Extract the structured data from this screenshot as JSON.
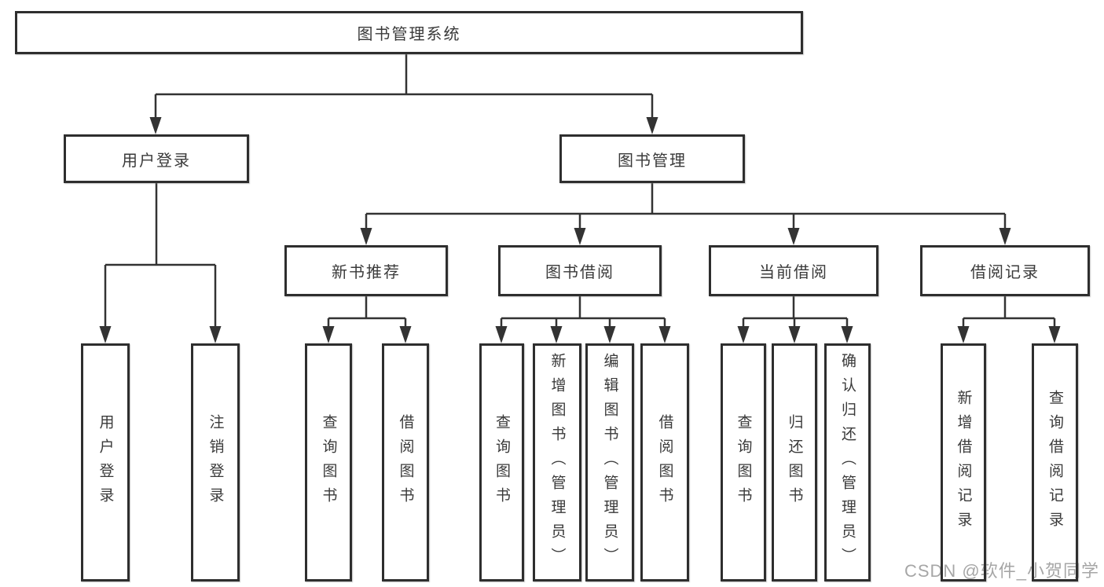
{
  "diagram": {
    "root": {
      "label": "图书管理系统"
    },
    "level2": {
      "user_login": {
        "label": "用户登录"
      },
      "book_management": {
        "label": "图书管理"
      }
    },
    "level3": {
      "new_book_rec": {
        "label": "新书推荐"
      },
      "book_borrow": {
        "label": "图书借阅"
      },
      "current_borrow": {
        "label": "当前借阅"
      },
      "borrow_records": {
        "label": "借阅记录"
      }
    },
    "leaves": {
      "user_login": [
        "用户登录",
        "注销登录"
      ],
      "new_book_rec": [
        "查询图书",
        "借阅图书"
      ],
      "book_borrow": [
        "查询图书",
        "新增图书（管理员）",
        "编辑图书（管理员）",
        "借阅图书"
      ],
      "current_borrow": [
        "查询图书",
        "归还图书",
        "确认归还（管理员）"
      ],
      "borrow_records": [
        "新增借阅记录",
        "查询借阅记录"
      ]
    }
  },
  "watermark": {
    "text": "CSDN @软件_小贺同学"
  },
  "colors": {
    "line": "#333333",
    "box_border": "#2e2e2e",
    "text": "#3a3a3a",
    "watermark": "#969696"
  }
}
